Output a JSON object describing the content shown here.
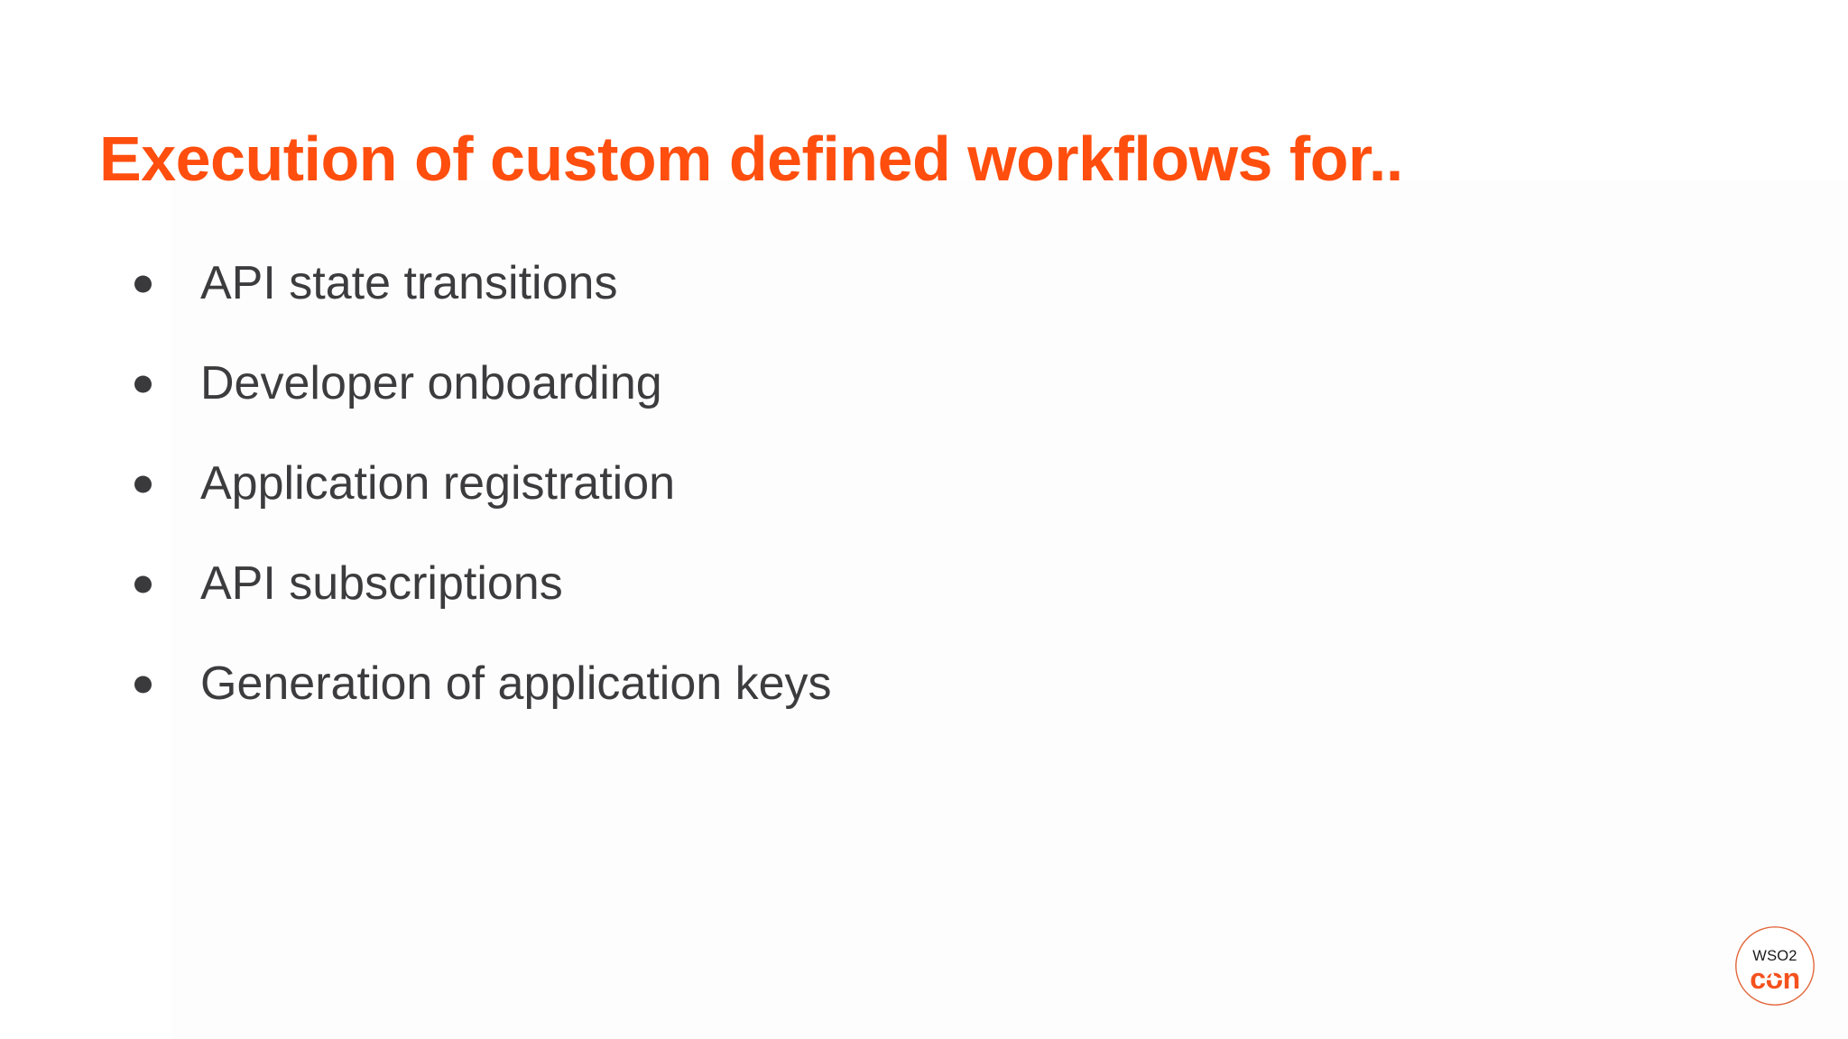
{
  "slide": {
    "title": "Execution of custom defined workflows for..",
    "title_color": "#ff4e0e",
    "background_color": "#ffffff",
    "body_text_color": "#3c3c3e",
    "bullet_color": "#3a3a3c"
  },
  "bullets": [
    {
      "label": "API state transitions"
    },
    {
      "label": "Developer onboarding"
    },
    {
      "label": "Application registration"
    },
    {
      "label": "API subscriptions"
    },
    {
      "label": "Generation of application keys"
    }
  ],
  "logo": {
    "wordmark_top": "WSO2",
    "wordmark_bottom": "con",
    "ring_color": "#e2663a",
    "top_color": "#1a1a1a",
    "bottom_color": "#f4511e"
  }
}
